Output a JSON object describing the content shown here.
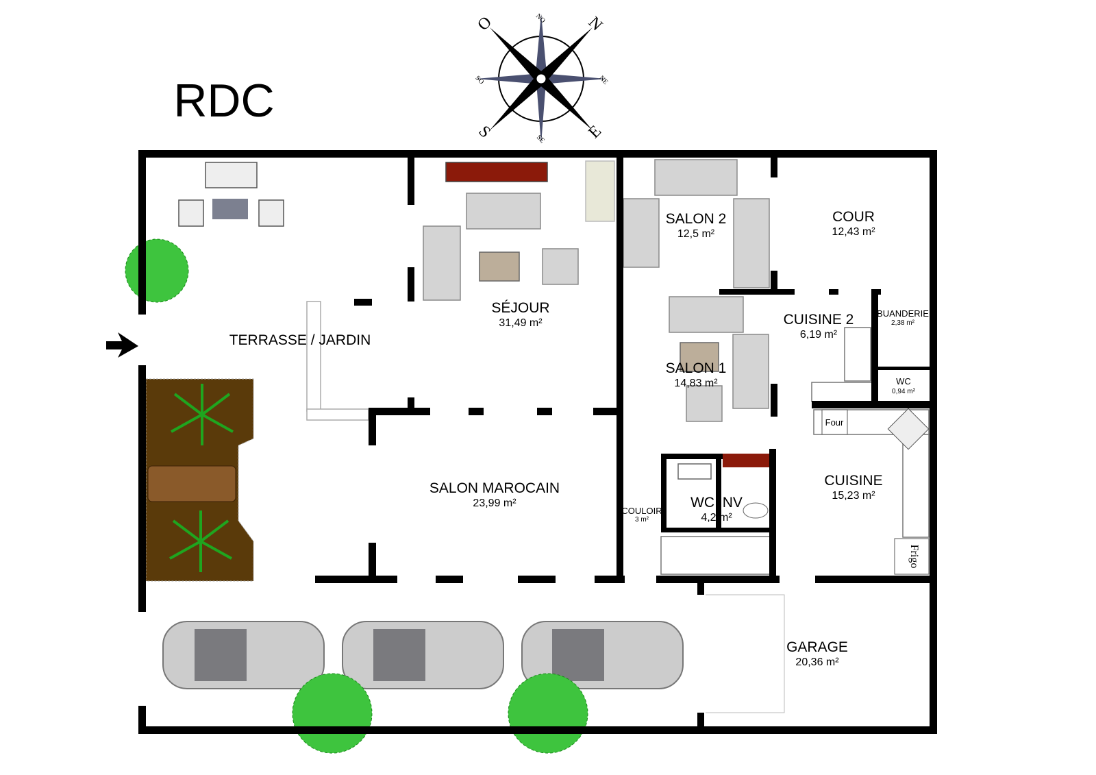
{
  "title": "RDC",
  "compass": {
    "n": "N",
    "e": "E",
    "s": "S",
    "o": "O",
    "ne": "NE",
    "no": "NO",
    "se": "SE",
    "so": "SO"
  },
  "rooms": {
    "terrasse": {
      "name": "TERRASSE / JARDIN"
    },
    "sejour": {
      "name": "SÉJOUR",
      "area": "31,49 m²"
    },
    "salon2": {
      "name": "SALON 2",
      "area": "12,5 m²"
    },
    "cour": {
      "name": "COUR",
      "area": "12,43 m²"
    },
    "cuisine2": {
      "name": "CUISINE 2",
      "area": "6,19 m²"
    },
    "buanderie": {
      "name": "BUANDERIE",
      "area": "2,38 m²"
    },
    "wc": {
      "name": "WC",
      "area": "0,94 m²"
    },
    "salon1": {
      "name": "SALON 1",
      "area": "14,83 m²"
    },
    "salon_marocain": {
      "name": "SALON MAROCAIN",
      "area": "23,99 m²"
    },
    "couloir": {
      "name": "COULOIR",
      "area": "3 m²"
    },
    "wc_inv": {
      "name": "WC INV",
      "area": "4,2 m²"
    },
    "cuisine": {
      "name": "CUISINE",
      "area": "15,23 m²"
    },
    "garage": {
      "name": "GARAGE",
      "area": "20,36 m²"
    }
  },
  "appliances": {
    "four": "Four",
    "frigo": "Frigo"
  },
  "colors": {
    "wall": "#000000",
    "furniture": "#d4d4d4",
    "tree": "#3ec43e",
    "planter": "#5a3a0a",
    "sofa_red": "#8b1a0a"
  }
}
